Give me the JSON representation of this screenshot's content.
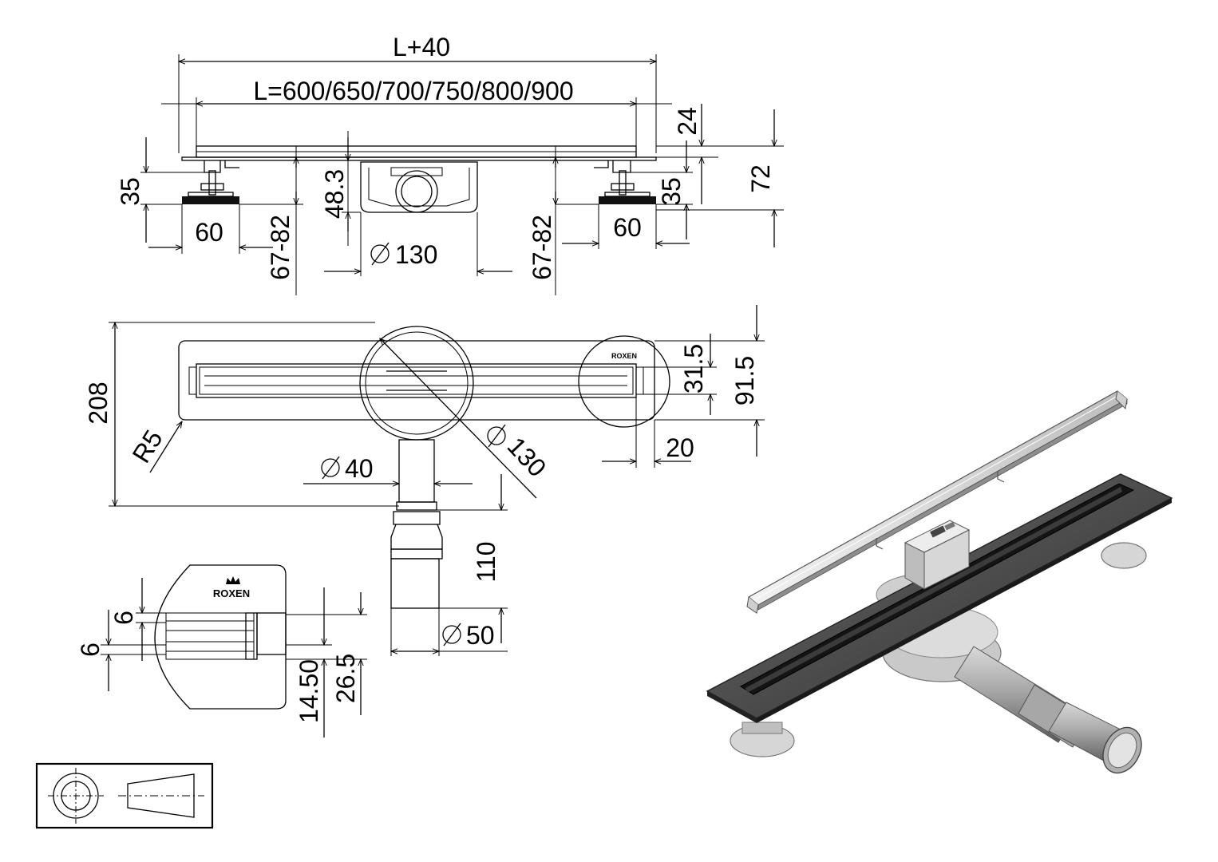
{
  "brand": "ROXEN",
  "top_view": {
    "overall_length": "L+40",
    "lengths": "L=600/650/700/750/800/900",
    "frame_height": "24",
    "total_height": "72",
    "leg_height_left": "35",
    "leg_height_right": "35",
    "foot_width_left": "60",
    "foot_width_right": "60",
    "leg_range_left": "67-82",
    "leg_range_right": "67-82",
    "body_depth": "48.3",
    "outlet_diameter": "130"
  },
  "plan_view": {
    "width": "208",
    "radius": "R5",
    "slot_width": "31.5",
    "plate_width": "91.5",
    "end_offset": "20",
    "outlet_diameter": "130",
    "pipe_diameter": "40",
    "pipe_length": "110",
    "pipe_end_diameter": "50"
  },
  "detail_view": {
    "gap_top": "6",
    "gap_bottom": "6",
    "depth_a": "14.50",
    "depth_b": "26.5"
  },
  "projection_symbol_name": "first-angle-projection-icon",
  "render_name": "drain-3d-render"
}
